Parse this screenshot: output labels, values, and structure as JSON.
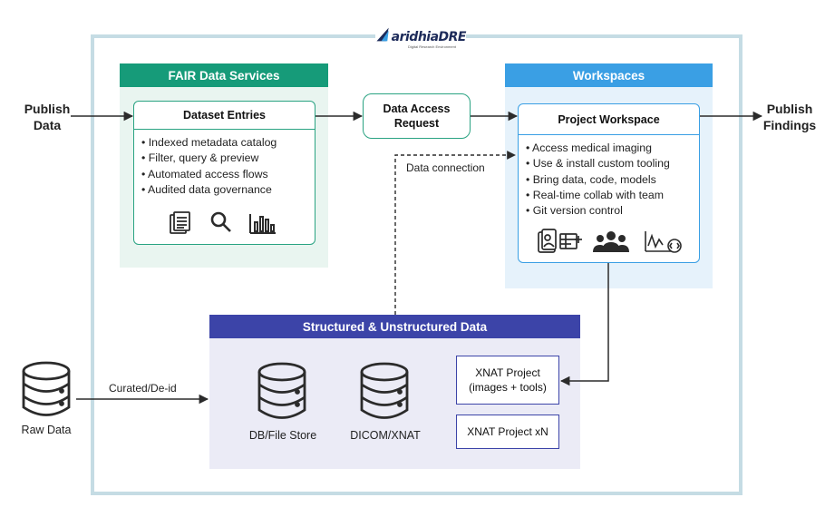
{
  "brand": {
    "logo_prefix": "aridhia",
    "logo_suffix": "DRE",
    "logo_tagline": "Digital Research Environment"
  },
  "fair": {
    "header": "FAIR Data Services",
    "card_title": "Dataset Entries",
    "bullets": [
      "Indexed metadata catalog",
      "Filter, query & preview",
      "Automated access flows",
      "Audited data governance"
    ],
    "icons": [
      "document-icon",
      "magnifier-icon",
      "bar-chart-icon"
    ]
  },
  "request": {
    "line1": "Data Access",
    "line2": "Request"
  },
  "workspaces": {
    "header": "Workspaces",
    "card_title": "Project Workspace",
    "bullets": [
      "Access medical imaging",
      "Use & install custom tooling",
      "Bring data, code, models",
      "Real-time collab with team",
      "Git version control"
    ],
    "icons": [
      "imaging-icon",
      "table-add-icon",
      "team-icon",
      "code-chart-icon"
    ]
  },
  "data_section": {
    "header": "Structured & Unstructured Data",
    "stores": [
      "DB/File Store",
      "DICOM/XNAT"
    ],
    "xnat_project": {
      "line1": "XNAT Project",
      "line2": "(images + tools)"
    },
    "xnat_multi": "XNAT Project xN"
  },
  "labels": {
    "publish_data": [
      "Publish",
      "Data"
    ],
    "publish_findings": [
      "Publish",
      "Findings"
    ],
    "data_connection": "Data connection",
    "curated": "Curated/De-id",
    "raw_data": "Raw Data"
  },
  "colors": {
    "green": "#169b79",
    "blue": "#3a9fe4",
    "indigo": "#3c44a8",
    "frame": "#c5dce4"
  }
}
